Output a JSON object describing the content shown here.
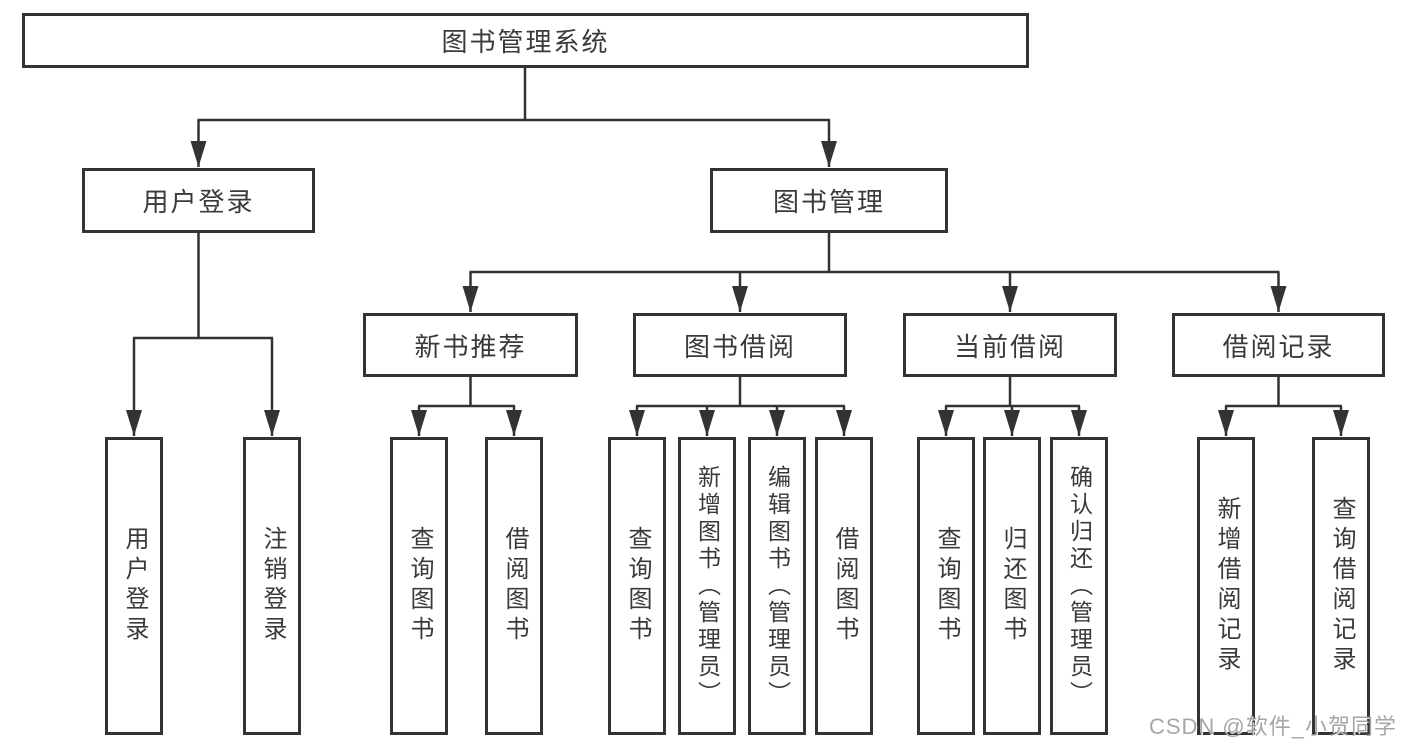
{
  "tree": {
    "root_label": "图书管理系统",
    "level2": {
      "user_login": "用户登录",
      "book_mgmt": "图书管理"
    },
    "level3": {
      "new_books": "新书推荐",
      "borrowing": "图书借阅",
      "current": "当前借阅",
      "records": "借阅记录"
    },
    "leaves": {
      "user_login": "用户登录",
      "logout": "注销登录",
      "nb_query": "查询图书",
      "nb_borrow": "借阅图书",
      "bw_query": "查询图书",
      "bw_add": "新增图书（管理员）",
      "bw_edit": "编辑图书（管理员）",
      "bw_borrow": "借阅图书",
      "cu_query": "查询图书",
      "cu_return": "归还图书",
      "cu_confirm": "确认归还（管理员）",
      "rc_add": "新增借阅记录",
      "rc_query": "查询借阅记录"
    }
  },
  "watermark": "CSDN @软件_小贺同学",
  "colors": {
    "line": "#333333",
    "text": "#3a3a3a",
    "box_background": "#ffffff",
    "watermark": "#969696",
    "background": "#ffffff"
  }
}
